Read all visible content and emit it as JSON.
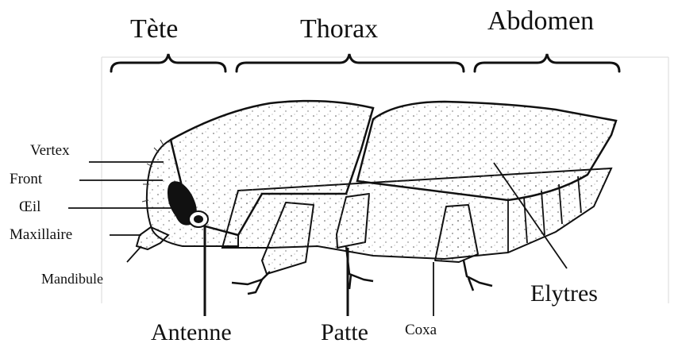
{
  "regions": {
    "head": "Tète",
    "thorax": "Thorax",
    "abdomen": "Abdomen"
  },
  "labels": {
    "vertex": "Vertex",
    "front": "Front",
    "eye": "Œil",
    "maxillary": "Maxillaire",
    "mandible": "Mandibule",
    "antenna": "Antenne",
    "leg": "Patte",
    "coxa": "Coxa",
    "elytra": "Elytres"
  },
  "colors": {
    "ink": "#111111",
    "body_fill": "#ffffff",
    "stipple": "#555555"
  }
}
